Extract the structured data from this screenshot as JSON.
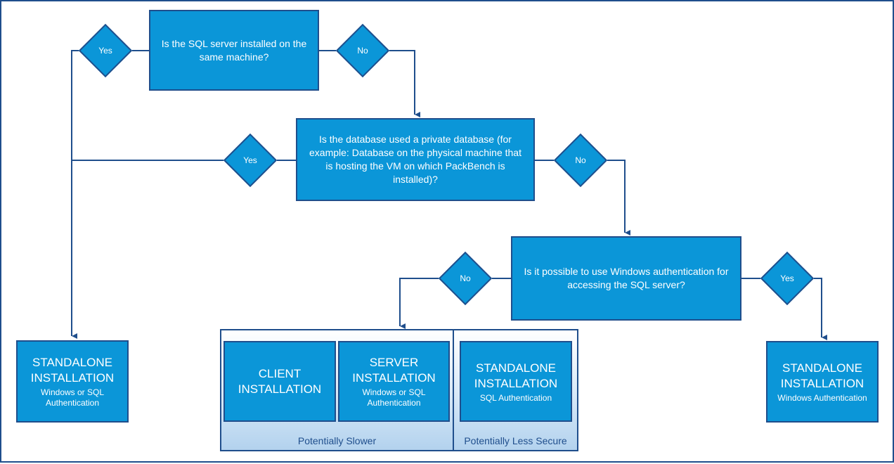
{
  "questions": {
    "q1": "Is the SQL server installed on the same machine?",
    "q2": "Is the database used a private database (for example: Database on the physical machine that is hosting the VM on which PackBench is installed)?",
    "q3": "Is it possible to use Windows authentication for accessing the SQL server?"
  },
  "decisions": {
    "q1_yes": "Yes",
    "q1_no": "No",
    "q2_yes": "Yes",
    "q2_no": "No",
    "q3_no": "No",
    "q3_yes": "Yes"
  },
  "results": {
    "standalone_left": {
      "title": "STANDALONE INSTALLATION",
      "sub": "Windows or SQL Authentication"
    },
    "client": {
      "title": "CLIENT INSTALLATION"
    },
    "server": {
      "title": "SERVER INSTALLATION",
      "sub": "Windows or SQL Authentication"
    },
    "standalone_sql": {
      "title": "STANDALONE INSTALLATION",
      "sub": "SQL Authentication"
    },
    "standalone_win": {
      "title": "STANDALONE INSTALLATION",
      "sub": "Windows Authentication"
    }
  },
  "groups": {
    "slower": "Potentially Slower",
    "less_secure": "Potentially Less Secure"
  },
  "colors": {
    "box_fill": "#0b96d8",
    "border": "#1f4e8c",
    "group_fill": "#d7e8f7"
  }
}
